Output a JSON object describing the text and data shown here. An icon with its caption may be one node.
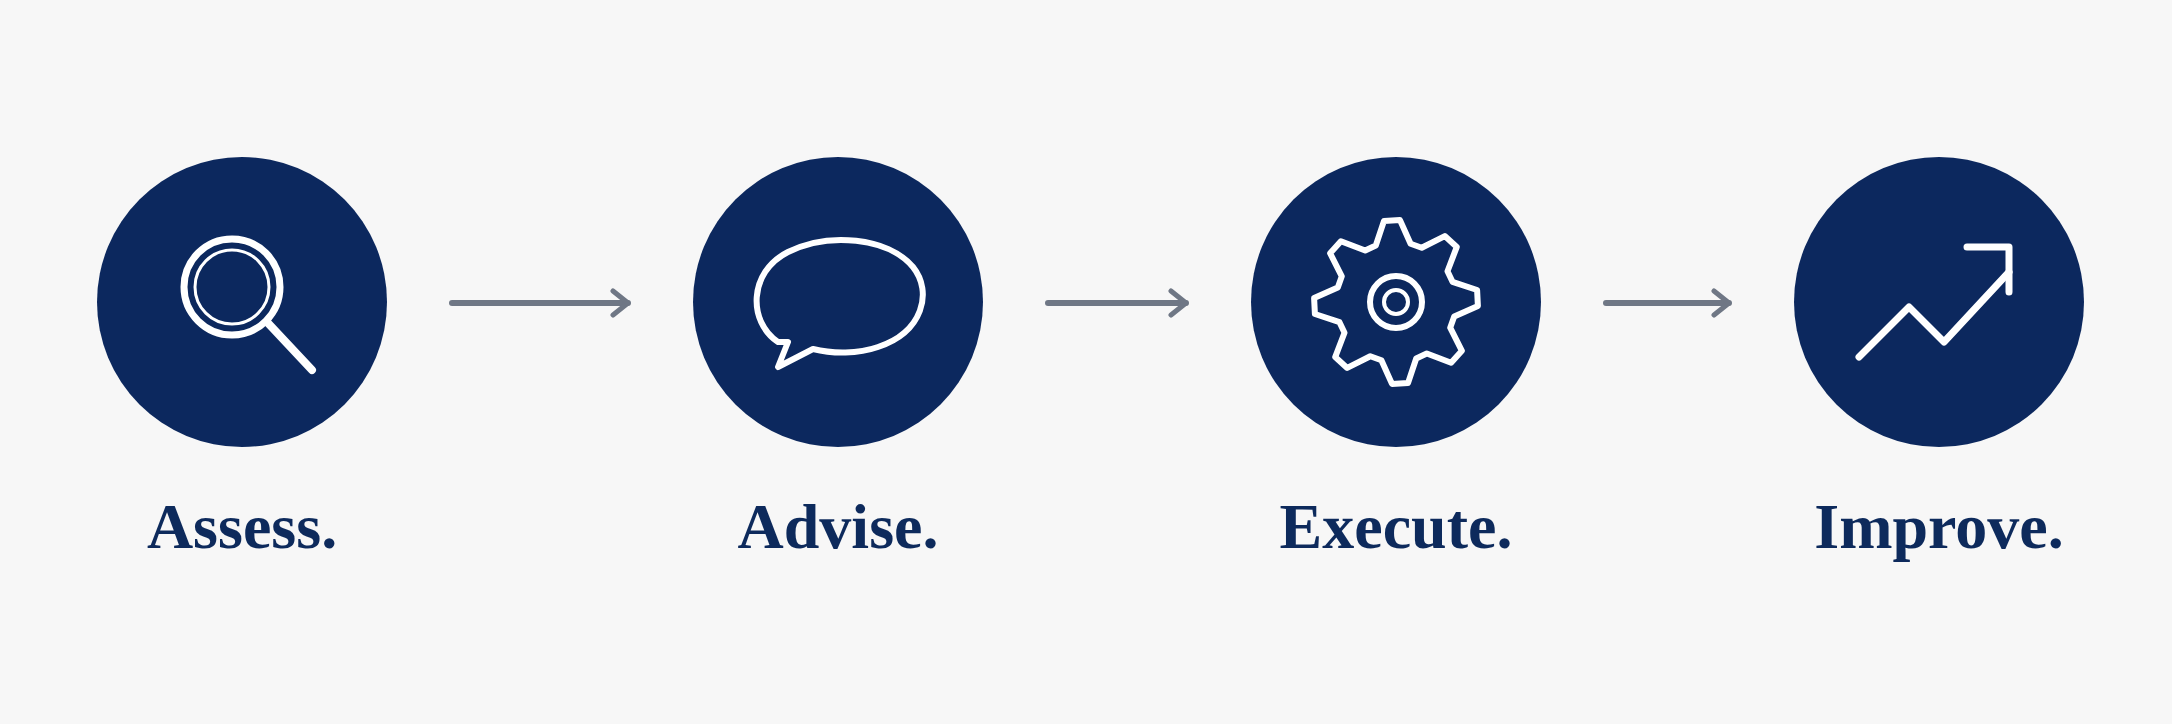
{
  "diagram": {
    "nodes": [
      {
        "text": [
          "Assess."
        ]
      },
      {
        "text": [
          "Advise."
        ]
      },
      {
        "text": [
          "Execute."
        ]
      },
      {
        "text": [
          "Improve."
        ]
      }
    ],
    "edges": [
      {
        "from": 0,
        "to": 1,
        "arrow": "to"
      },
      {
        "from": 1,
        "to": 2,
        "arrow": "to"
      },
      {
        "from": 2,
        "to": 3,
        "arrow": "to"
      }
    ]
  }
}
